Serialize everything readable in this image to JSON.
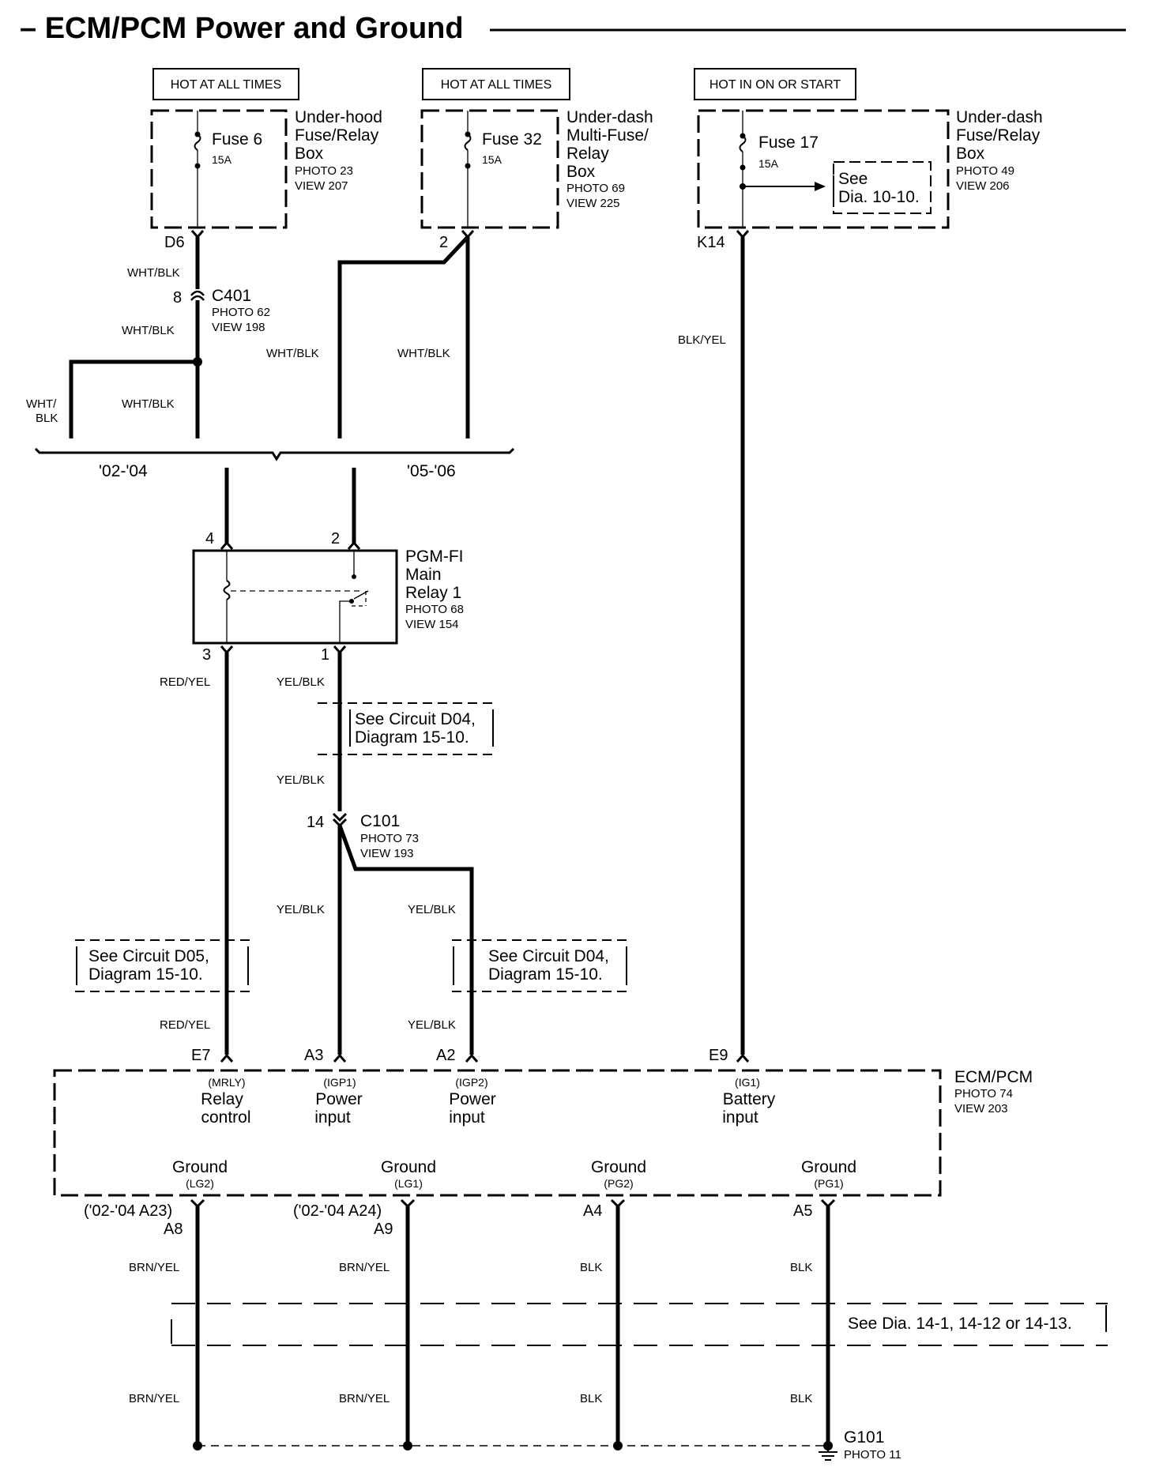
{
  "title": "– ECM/PCM Power and Ground",
  "hot_labels": [
    "HOT AT ALL TIMES",
    "HOT AT ALL TIMES",
    "HOT IN ON OR START"
  ],
  "fuses": [
    {
      "name": "Fuse 6",
      "rating": "15A",
      "box_lines": [
        "Under-hood",
        "Fuse/Relay",
        "Box"
      ],
      "photo": "PHOTO 23",
      "view": "VIEW 207",
      "pin": "D6"
    },
    {
      "name": "Fuse 32",
      "rating": "15A",
      "box_lines": [
        "Under-dash",
        "Multi-Fuse/",
        "Relay",
        "Box"
      ],
      "photo": "PHOTO 69",
      "view": "VIEW 225",
      "pin": "2"
    },
    {
      "name": "Fuse 17",
      "rating": "15A",
      "box_lines": [
        "Under-dash",
        "Fuse/Relay",
        "Box"
      ],
      "photo": "PHOTO 49",
      "view": "VIEW 206",
      "pin": "K14",
      "see_lines": [
        "See",
        "Dia.  10-10."
      ]
    }
  ],
  "c401": {
    "pin": "8",
    "name": "C401",
    "photo": "PHOTO 62",
    "view": "VIEW 198"
  },
  "wire_colors": {
    "wht_blk": "WHT/BLK",
    "wht_blk_split": [
      "WHT/",
      "BLK"
    ],
    "blk_yel": "BLK/YEL",
    "red_yel": "RED/YEL",
    "yel_blk": "YEL/BLK",
    "brn_yel": "BRN/YEL",
    "blk": "BLK"
  },
  "years": [
    "'02-'04",
    "'05-'06"
  ],
  "relay": {
    "lines": [
      "PGM-FI",
      "Main",
      "Relay 1"
    ],
    "photo": "PHOTO 68",
    "view": "VIEW 154",
    "pins_top": [
      "4",
      "2"
    ],
    "pins_bottom": [
      "3",
      "1"
    ]
  },
  "see_d04_a": [
    "See Circuit D04,",
    "Diagram 15-10."
  ],
  "see_d05": [
    "See Circuit D05,",
    "Diagram 15-10."
  ],
  "see_d04_b": [
    "See Circuit D04,",
    "Diagram 15-10."
  ],
  "c101": {
    "pin": "14",
    "name": "C101",
    "photo": "PHOTO 73",
    "view": "VIEW 193"
  },
  "ecm": {
    "name": "ECM/PCM",
    "photo": "PHOTO 74",
    "view": "VIEW 203",
    "inputs": [
      {
        "pin": "E7",
        "code": "(MRLY)",
        "l1": "Relay",
        "l2": "control"
      },
      {
        "pin": "A3",
        "code": "(IGP1)",
        "l1": "Power",
        "l2": "input"
      },
      {
        "pin": "A2",
        "code": "(IGP2)",
        "l1": "Power",
        "l2": "input"
      },
      {
        "pin": "E9",
        "code": "(IG1)",
        "l1": "Battery",
        "l2": "input"
      }
    ],
    "grounds": [
      {
        "label": "Ground",
        "code": "(LG2)",
        "alt": "('02-'04 A23)",
        "pin": "A8",
        "color": "BRN/YEL"
      },
      {
        "label": "Ground",
        "code": "(LG1)",
        "alt": "('02-'04 A24)",
        "pin": "A9",
        "color": "BRN/YEL"
      },
      {
        "label": "Ground",
        "code": "(PG2)",
        "alt": "",
        "pin": "A4",
        "color": "BLK"
      },
      {
        "label": "Ground",
        "code": "(PG1)",
        "alt": "",
        "pin": "A5",
        "color": "BLK"
      }
    ]
  },
  "see_ground": "See Dia. 14-1, 14-12 or 14-13.",
  "g101": {
    "name": "G101",
    "photo": "PHOTO 11"
  }
}
